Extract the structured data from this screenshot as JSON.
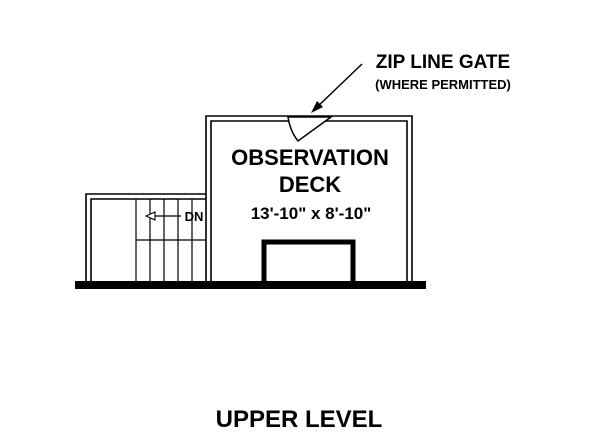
{
  "diagram": {
    "callout": {
      "title": "ZIP LINE GATE",
      "subtitle": "(WHERE PERMITTED)"
    },
    "room": {
      "name_line1": "OBSERVATION",
      "name_line2": "DECK",
      "dimensions": "13'-10\" x 8'-10\""
    },
    "stair": {
      "label": "DN",
      "tread_count": 5
    },
    "level_title": "UPPER LEVEL",
    "colors": {
      "ink": "#000000",
      "paper": "#ffffff"
    }
  }
}
